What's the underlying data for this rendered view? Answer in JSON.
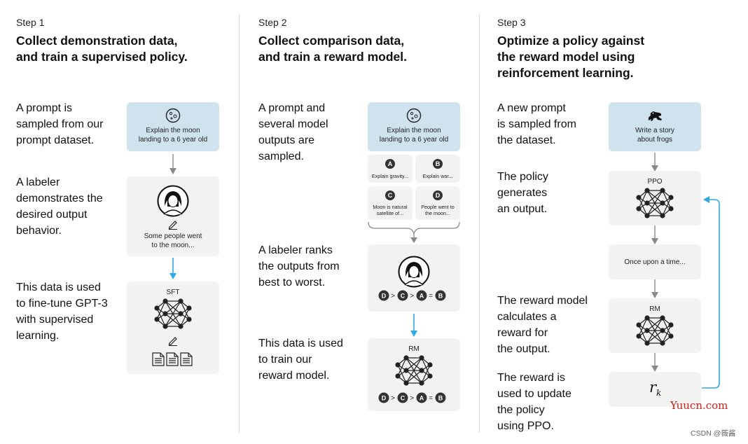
{
  "step1": {
    "label": "Step 1",
    "title_line1": "Collect demonstration data,",
    "title_line2": "and train a supervised policy.",
    "text1": [
      "A prompt is",
      "sampled from our",
      "prompt dataset."
    ],
    "text2": [
      "A labeler",
      "demonstrates the",
      "desired output",
      "behavior."
    ],
    "text3": [
      "This data is used",
      "to fine-tune GPT-3",
      "with supervised",
      "learning."
    ],
    "prompt_box": [
      "Explain the moon",
      "landing to a 6 year old"
    ],
    "labeler_box": [
      "Some people went",
      "to the moon..."
    ],
    "model_label": "SFT"
  },
  "step2": {
    "label": "Step 2",
    "title_line1": "Collect comparison data,",
    "title_line2": "and train a reward model.",
    "text1": [
      "A prompt and",
      "several model",
      "outputs are",
      "sampled."
    ],
    "text2": [
      "A labeler ranks",
      "the outputs from",
      "best to worst."
    ],
    "text3": [
      "This data is used",
      "to train our",
      "reward model."
    ],
    "prompt_box": [
      "Explain the moon",
      "landing to a 6 year old"
    ],
    "outputs": [
      {
        "letter": "A",
        "text": [
          "Explain gravity..."
        ]
      },
      {
        "letter": "B",
        "text": [
          "Explain war..."
        ]
      },
      {
        "letter": "C",
        "text": [
          "Moon is natural",
          "satellite of..."
        ]
      },
      {
        "letter": "D",
        "text": [
          "People went to",
          "the moon..."
        ]
      }
    ],
    "ranking": [
      "D",
      ">",
      "C",
      ">",
      "A",
      "=",
      "B"
    ],
    "model_label": "RM"
  },
  "step3": {
    "label": "Step 3",
    "title_line1": "Optimize a policy against",
    "title_line2": "the reward model using",
    "title_line3": "reinforcement learning.",
    "text1": [
      "A new prompt",
      "is sampled from",
      "the dataset."
    ],
    "text2": [
      "The policy",
      "generates",
      "an output."
    ],
    "text3": [
      "The reward model",
      "calculates a",
      "reward for",
      "the output."
    ],
    "text4": [
      "The reward is",
      "used to update",
      "the policy",
      "using PPO."
    ],
    "prompt_box": [
      "Write a story",
      "about frogs"
    ],
    "policy_label": "PPO",
    "output_box": "Once upon a time...",
    "rm_label": "RM",
    "reward_symbol": "r",
    "reward_sub": "k"
  },
  "watermark": {
    "site": "Yuucn.com",
    "credit": "CSDN @薇酱"
  },
  "colors": {
    "accent_arrow": "#2ea8e5",
    "prompt_box": "#cfe3ef",
    "card": "#f2f2f0",
    "watermark": "#d0201a"
  }
}
